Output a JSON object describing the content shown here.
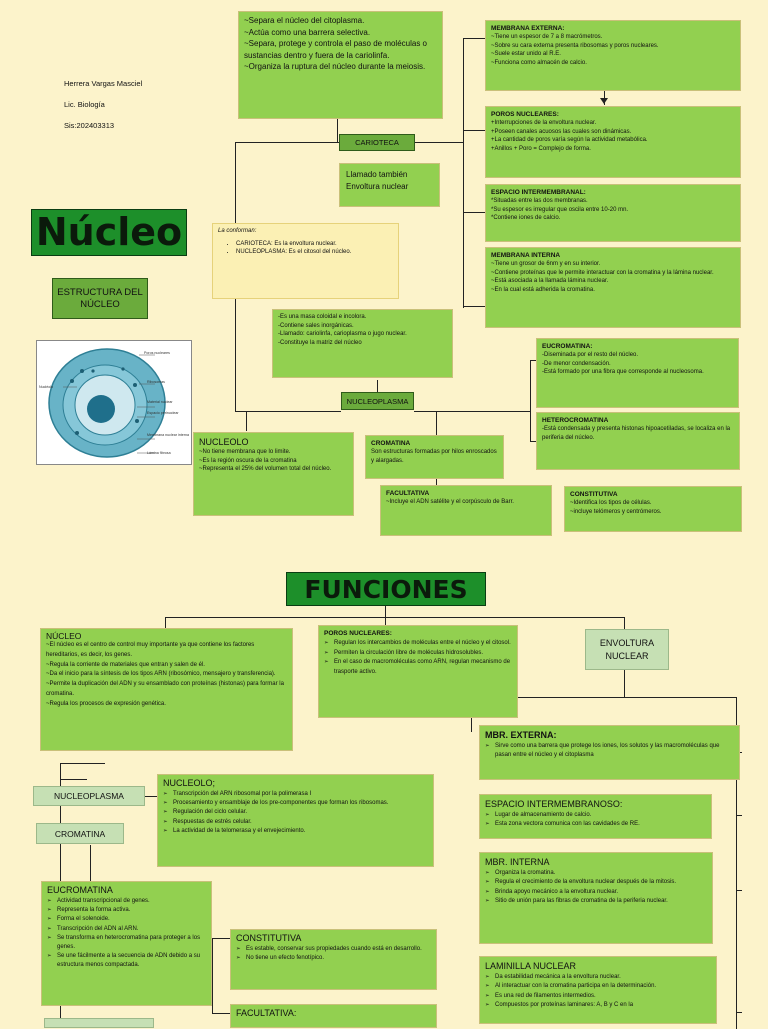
{
  "author": {
    "name": "Herrera Vargas Masciel",
    "degree": "Lic. Biología",
    "sis": "Sis:202403313"
  },
  "title": "Núcleo",
  "structure_label": "ESTRUCTURA DEL NÚCLEO",
  "carioteca_label": "CARIOTECA",
  "carioteca_desc": "~Separa el núcleo del citoplasma.\n~Actúa como una barrera selectiva.\n~Separa, protege y controla el paso de moléculas o sustancias dentro y fuera de la cariolinfa.\n~Organiza la ruptura del núcleo durante la meiosis.",
  "carioteca_alias": "Llamado también\nEnvoltura nuclear",
  "conforman": {
    "title": "La conforman:",
    "items": [
      "CARIOTECA: Es la envoltura nuclear.",
      "NUCLEOPLASMA: Es el citosol del núcleo."
    ]
  },
  "nucleoplasma_desc": "-Es una masa coloidal e incolora.\n-Contiene sales inorgánicas.\n-Llamado: cariolinfa, carioplasma o jugo nuclear.\n-Constituye la matriz del núcleo",
  "nucleoplasma_label": "NUCLEOPLASMA",
  "nucleolo": {
    "title": "NUCLEOLO",
    "text": "~No tiene membrana que lo limite.\n~Es la región oscura de la cromatina\n~Representa el 25% del volumen total del núcleo."
  },
  "cromatina": {
    "title": "CROMATINA",
    "text": "Son estructuras formadas por hilos enroscados y alargadas."
  },
  "facultativa": {
    "title": "FACULTATIVA",
    "text": "~Incluye el ADN satélite y el corpúsculo de Barr."
  },
  "constitutiva": {
    "title": "CONSTITUTIVA",
    "text": "~Identifica los tipos de células.\n~incluye telómeros y centrómeros."
  },
  "eucromatina": {
    "title": "EUCROMATINA:",
    "text": "-Diseminada por el resto del núcleo.\n-De menor condensación.\n-Está formado por una fibra que corresponde al nucleosoma."
  },
  "heterocromatina": {
    "title": "HETEROCROMATINA",
    "text": "-Está condensada y presenta histonas hipoacetiladas, se localiza en la periferia del núcleo."
  },
  "membrana_externa": {
    "title": "MEMBRANA EXTERNA:",
    "text": "~Tiene un espesor de 7 a 8 macrómetros.\n~Sobre su cara externa presenta ribosomas y poros nucleares.\n~Suele estar unido al R.E.\n~Funciona como almacén de calcio."
  },
  "poros": {
    "title": "POROS NUCLEARES:",
    "text": "+Interrupciones de la envoltura nuclear.\n+Poseen canales acuosos las cuales son dinámicas.\n+La cantidad de poros varía según la actividad metabólica.\n+Anillos + Poro = Complejo de forma."
  },
  "espacio": {
    "title": "ESPACIO INTERMEMBRANAL:",
    "text": "*Situadas entre las dos membranas.\n*Su espesor es irregular que oscila entre 10-20 mn.\n*Contiene iones de calcio."
  },
  "membrana_interna": {
    "title": "MEMBRANA INTERNA",
    "text": "~Tiene un grosor de 6nm y en su interior.\n~Contiene proteínas que le permite interactuar con la cromatina y la lámina nuclear.\n~Está asociada a la llamada lámina nuclear.\n~En la cual está adherida la cromatina."
  },
  "funciones_title": "FUNCIONES",
  "f_nucleo": {
    "title": "NÚCLEO",
    "text": "~El núcleo es el centro de control muy importante ya que contiene los factores hereditarios, es decir, los genes.\n~Regula la corriente de materiales que entran y salen de él.\n~Da el inicio para la síntesis de los tipos ARN (ribosómico, mensajero y transferencia).\n~Permite la duplicación del ADN y su ensamblado con proteínas (histonas) para formar la cromatina.\n~Regula los procesos de expresión genética."
  },
  "f_poros": {
    "title": "POROS NUCLEARES:",
    "items": [
      "Regulan los intercambios de moléculas entre el núcleo y el citosol.",
      "Permiten la circulación libre de moléculas hidrosolubles.",
      "En el caso de macromoléculas como ARN, regulan mecanismo de trasporte activo."
    ]
  },
  "f_envoltura_label": "ENVOLTURA NUCLEAR",
  "f_mbr_ext": {
    "title": "MBR. EXTERNA:",
    "items": [
      "Sirve como una barrera que protege los iones, los solutos y las macromoléculas que pasan entre el núcleo y el citoplasma"
    ]
  },
  "f_espacio": {
    "title": "ESPACIO INTERMEMBRANOSO:",
    "items": [
      "Lugar de almacenamiento de calcio.",
      "Esta zona vectora comunica con las cavidades de RE."
    ]
  },
  "f_mbr_int": {
    "title": "MBR. INTERNA",
    "items": [
      "Organiza la cromatina.",
      "Regula el crecimiento de la envoltura nuclear después de la mitosis.",
      "Brinda apoyo mecánico a la envoltura nuclear.",
      "Sitio de unión para las fibras de cromatina de la periferia nuclear."
    ]
  },
  "f_laminilla": {
    "title": "LAMINILLA NUCLEAR",
    "items": [
      "Da estabilidad mecánica a la envoltura nuclear.",
      "Al interactuar con la cromatina participa en la determinación.",
      "Es una red de filamentos intermedios.",
      "Compuestos por proteínas laminares: A, B y C en la"
    ]
  },
  "f_nucleoplasma_label": "NUCLEOPLASMA",
  "f_cromatina_label": "CROMATINA",
  "f_nucleolo": {
    "title": "NUCLEOLO;",
    "items": [
      "Transcripción del ARN ribosomal por la polimerasa I",
      "Procesamiento y ensamblaje de los pre-componentes que forman los ribosomas.",
      "Regulación del ciclo celular.",
      "Respuestas de estrés celular.",
      "La actividad de la telomerasa y el envejecimiento."
    ]
  },
  "f_eucromatina": {
    "title": "EUCROMATINA",
    "items": [
      "Actividad transcripcional de genes.",
      "Representa la forma activa.",
      "Forma el solenoide.",
      "Transcripción del ADN al ARN.",
      "Se transforma en heterocromatina para proteger a los genes.",
      "Se une fácilmente a la secuencia de ADN debido a su estructura menos compactada."
    ]
  },
  "f_constitutiva": {
    "title": "CONSTITUTIVA",
    "items": [
      "Es estable, conservar sus propiedades cuando está en desarrollo.",
      "No tiene un efecto fenotípico."
    ]
  },
  "f_facultativa": {
    "title": "FACULTATIVA:"
  },
  "cell_labels": [
    "Poros nucleares",
    "Ribosomas",
    "Material nuclear",
    "Espacio perinuclear",
    "Membrana nuclear interna",
    "Lámina fibrosa",
    "Nucléolo"
  ],
  "colors": {
    "background": "#fcf3cb",
    "box_green": "#92d050",
    "label_green": "#6bab3c",
    "title_green": "#0c5c19"
  }
}
